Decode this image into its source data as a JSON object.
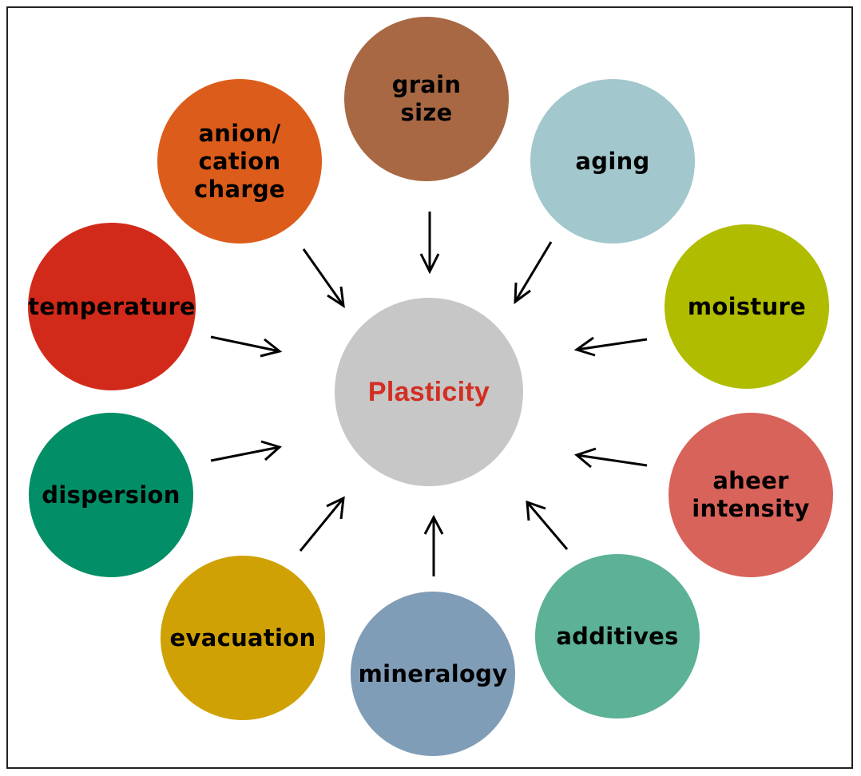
{
  "diagram": {
    "center": {
      "label": "Plasticity",
      "color": "#c6c7c6",
      "text_color": "#d22f22"
    },
    "factors": [
      {
        "id": "grain-size",
        "label": "grain\nsize",
        "color": "#a86843"
      },
      {
        "id": "aging",
        "label": "aging",
        "color": "#a2c7cc"
      },
      {
        "id": "moisture",
        "label": "moisture",
        "color": "#b0bc00"
      },
      {
        "id": "aheer-intensity",
        "label": "aheer\nintensity",
        "color": "#d8635a"
      },
      {
        "id": "additives",
        "label": "additives",
        "color": "#5cb196"
      },
      {
        "id": "mineralogy",
        "label": "mineralogy",
        "color": "#809db8"
      },
      {
        "id": "evacuation",
        "label": "evacuation",
        "color": "#cfa104"
      },
      {
        "id": "dispersion",
        "label": "dispersion",
        "color": "#028e67"
      },
      {
        "id": "temperature",
        "label": "temperature",
        "color": "#d22a1a"
      },
      {
        "id": "anion-cation-charge",
        "label": "anion/\ncation\ncharge",
        "color": "#dc5d1b"
      }
    ],
    "edges": [
      {
        "from": "grain-size",
        "to": "Plasticity"
      },
      {
        "from": "aging",
        "to": "Plasticity"
      },
      {
        "from": "moisture",
        "to": "Plasticity"
      },
      {
        "from": "aheer-intensity",
        "to": "Plasticity"
      },
      {
        "from": "additives",
        "to": "Plasticity"
      },
      {
        "from": "mineralogy",
        "to": "Plasticity"
      },
      {
        "from": "evacuation",
        "to": "Plasticity"
      },
      {
        "from": "dispersion",
        "to": "Plasticity"
      },
      {
        "from": "temperature",
        "to": "Plasticity"
      },
      {
        "from": "anion-cation-charge",
        "to": "Plasticity"
      }
    ]
  }
}
